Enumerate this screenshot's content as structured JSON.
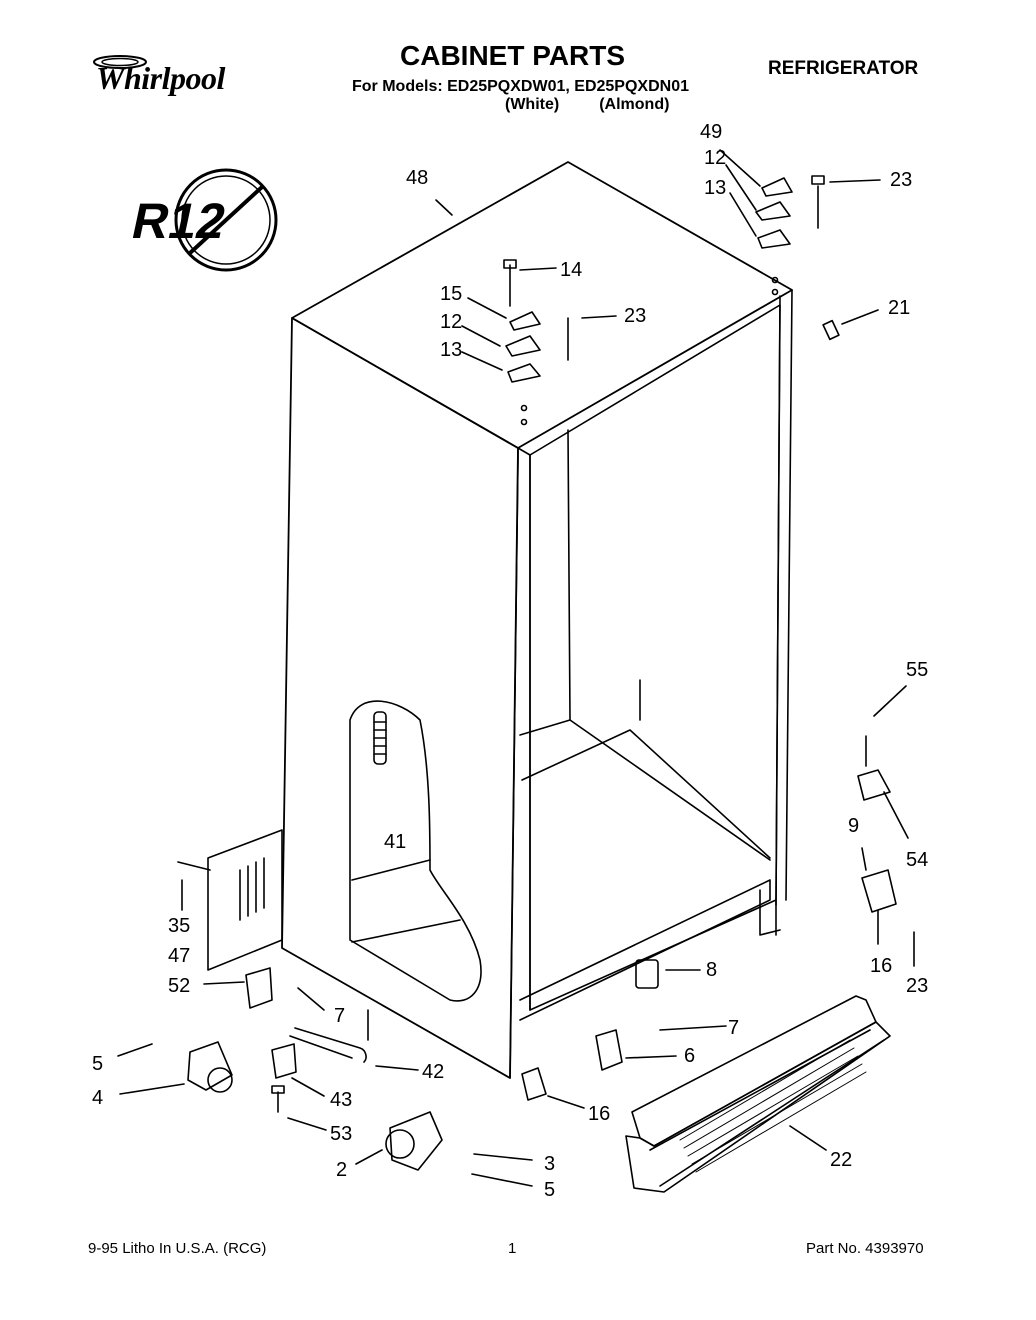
{
  "header": {
    "brand": "Whirlpool",
    "title": "CABINET PARTS",
    "models_line": "For Models: ED25PQXDW01, ED25PQXDN01",
    "colors_line": "(White)         (Almond)",
    "product": "REFRIGERATOR"
  },
  "badge": {
    "text": "R12"
  },
  "callouts": [
    "48",
    "49",
    "12",
    "13",
    "23",
    "14",
    "15",
    "23",
    "12",
    "13",
    "21",
    "55",
    "41",
    "9",
    "54",
    "35",
    "47",
    "16",
    "23",
    "8",
    "52",
    "7",
    "7",
    "5",
    "42",
    "6",
    "4",
    "43",
    "16",
    "53",
    "22",
    "3",
    "2",
    "5"
  ],
  "footer": {
    "litho": "9-95 Litho In U.S.A. (RCG)",
    "page": "1",
    "part_no": "Part No. 4393970"
  }
}
